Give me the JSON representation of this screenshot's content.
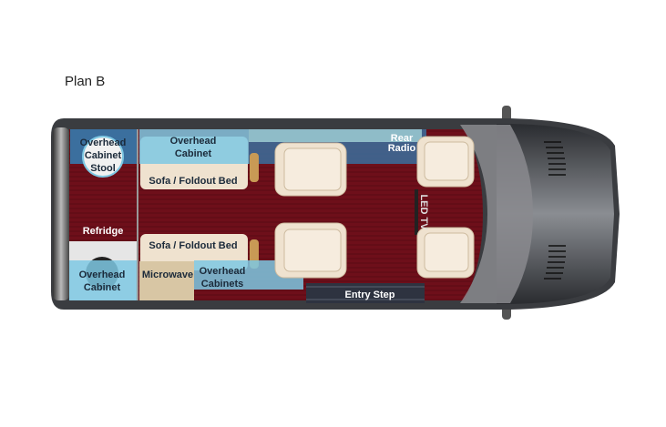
{
  "title": "Plan B",
  "labels": {
    "overhead_cabinet_stool": [
      "Overhead",
      "Cabinet",
      "Stool"
    ],
    "overhead_cabinet_top": [
      "Overhead",
      "Cabinet"
    ],
    "sofa_top": "Sofa / Foldout Bed",
    "rear_radio": [
      "Rear",
      "Radio"
    ],
    "refridge": "Refridge",
    "sofa_bottom": "Sofa / Foldout Bed",
    "overhead_cabinet_bottom": [
      "Overhead",
      "Cabinet"
    ],
    "microwave": "Microwave",
    "overhead_cabinets": [
      "Overhead",
      "Cabinets"
    ],
    "entry_step": "Entry Step",
    "led_tv": "LED TV"
  },
  "colors": {
    "floor": "#6e0f1a",
    "cabinet_dark": "#3b6f9e",
    "cabinet_light": "#7ec8e3",
    "upholstery": "#efe2cf",
    "body": "#4a4d52"
  }
}
